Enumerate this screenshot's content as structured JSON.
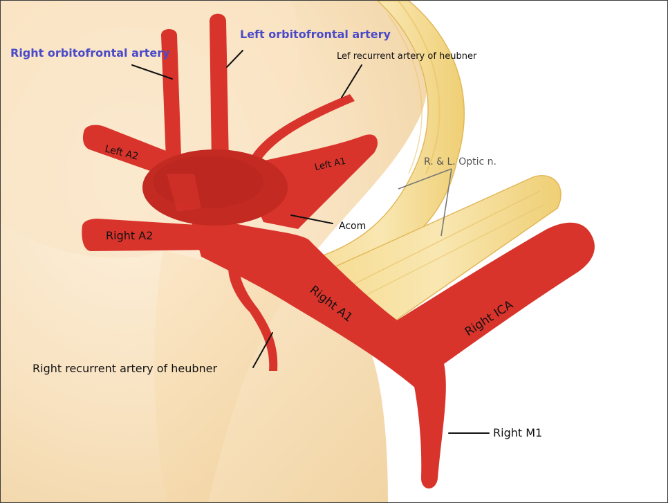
{
  "labels": {
    "right_orbitofrontal": "Right orbitofrontal artery",
    "left_orbitofrontal": "Left orbitofrontal artery",
    "left_recurrent": "Lef recurrent artery of heubner",
    "left_a2": "Left A2",
    "left_a1": "Left A1",
    "optic_nerves": "R. & L. Optic n.",
    "acom": "Acom",
    "right_a2": "Right A2",
    "right_a1": "Right A1",
    "right_ica": "Right ICA",
    "right_recurrent": "Right recurrent artery of heubner",
    "right_m1": "Right M1"
  },
  "colors": {
    "artery": "#d9342b",
    "artery_dark": "#b8261f",
    "acom_blob": "#c22a22",
    "nerve": "#f5d98a",
    "nerve_shadow": "#e3bd5a",
    "brain_light": "#fbe9cf",
    "brain_mid": "#f3d39e",
    "label_blue": "#4a4ac8"
  }
}
